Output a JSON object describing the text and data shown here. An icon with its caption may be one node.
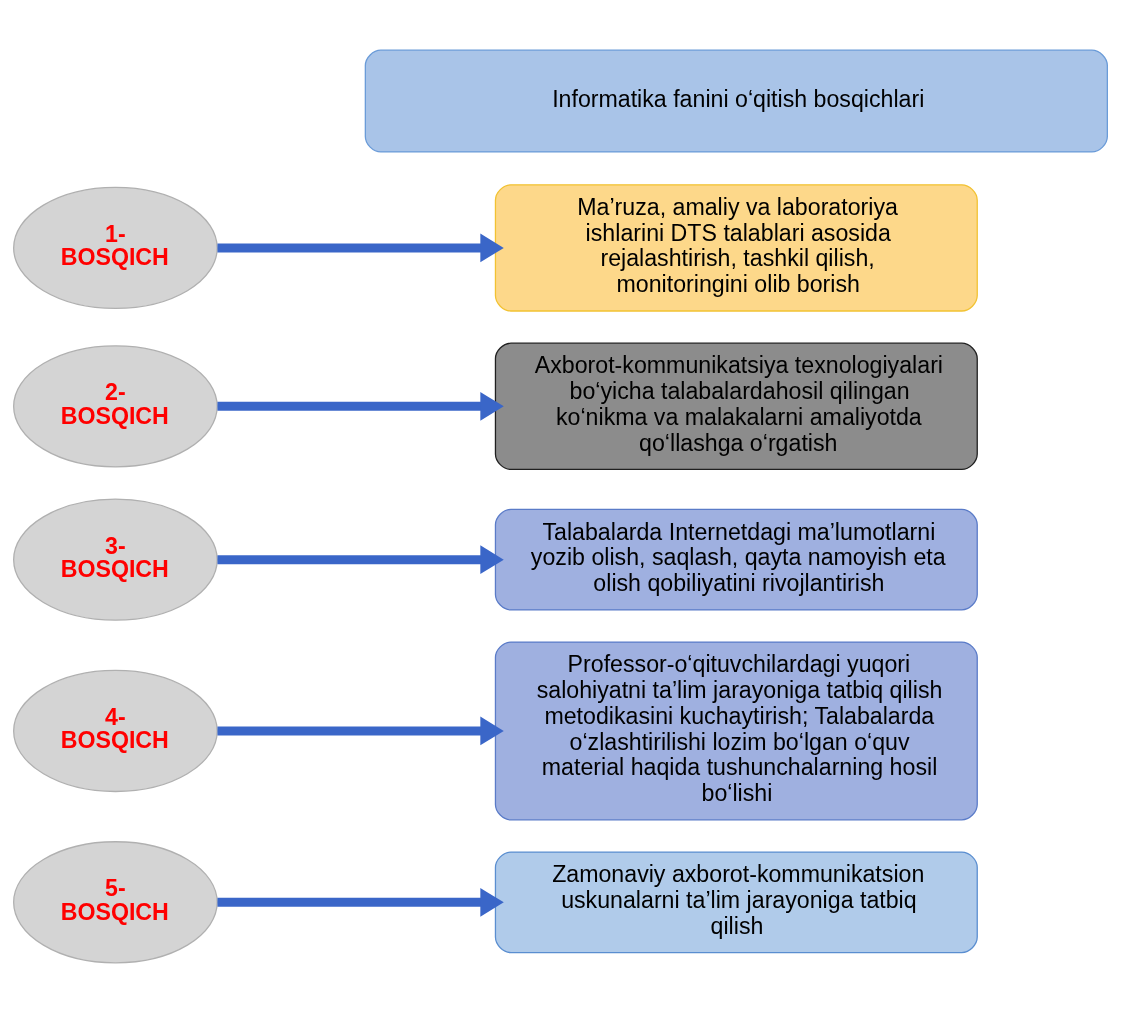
{
  "diagram": {
    "nodes": [
      {
        "text": [
          "Informatika fanini o‘qitish bosqichlari"
        ]
      },
      {
        "text": [
          "1- BOSQICH"
        ]
      },
      {
        "text": [
          "Ma’ruza, amaliy va laboratoriya ishlarini DTS talablari asosida rejalashtirish, tashkil qilish, monitoringini olib borish"
        ]
      },
      {
        "text": [
          "2- BOSQICH"
        ]
      },
      {
        "text": [
          "Axborot-kommunikatsiya texnologiyalari bo‘yicha talabalardahosil qilingan ko‘nikma va malakalarni amaliyotda qo‘llashga o‘rgatish"
        ]
      },
      {
        "text": [
          "3- BOSQICH"
        ]
      },
      {
        "text": [
          "Talabalarda Internetdagi ma’lumotlarni yozib olish, saqlash, qayta namoyish eta olish qobiliyatini rivojlantirish"
        ]
      },
      {
        "text": [
          "4- BOSQICH"
        ]
      },
      {
        "text": [
          "Professor-o‘qituvchilardagi yuqori salohiyatni ta’lim jarayoniga tatbiq qilish metodikasini kuchaytirish; Talabalarda o‘zlashtirilishi lozim bo‘lgan o‘quv material haqida tushunchalarning hosil bo‘lishi"
        ]
      },
      {
        "text": [
          "5- BOSQICH"
        ]
      },
      {
        "text": [
          "Zamonaviy axborot-kommunikatsion uskunalarni ta’lim jarayoniga tatbiq qilish"
        ]
      }
    ],
    "edges": [
      {
        "from": 1,
        "to": 2,
        "arrow": "to"
      },
      {
        "from": 3,
        "to": 4,
        "arrow": "to"
      },
      {
        "from": 5,
        "to": 6,
        "arrow": "to"
      },
      {
        "from": 7,
        "to": 8,
        "arrow": "to"
      },
      {
        "from": 9,
        "to": 10,
        "arrow": "to"
      }
    ]
  }
}
